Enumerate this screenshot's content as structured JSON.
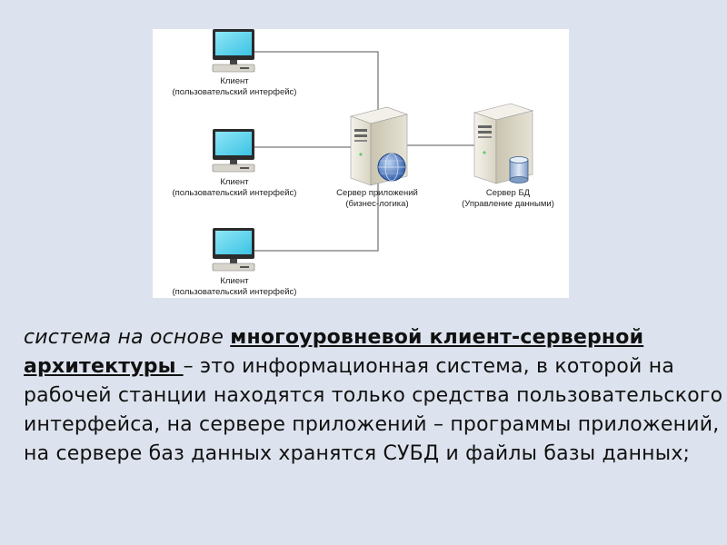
{
  "diagram": {
    "clients": [
      {
        "title": "Клиент",
        "subtitle": "(пользовательский интерфейс)"
      },
      {
        "title": "Клиент",
        "subtitle": "(пользовательский интерфейс)"
      },
      {
        "title": "Клиент",
        "subtitle": "(пользовательский интерфейс)"
      }
    ],
    "app_server": {
      "title": "Сервер приложений",
      "subtitle": "(бизнес-логика)"
    },
    "db_server": {
      "title": "Сервер БД",
      "subtitle": "(Управление данными)"
    },
    "colors": {
      "panel": "#ffffff",
      "line": "#555555",
      "screen": "#5fd3ee",
      "server": "#e9e6d8",
      "background": "#dde3ee"
    },
    "icons": [
      "monitor-icon",
      "server-icon",
      "globe-icon",
      "database-icon"
    ]
  },
  "text": {
    "lead": "система на основе ",
    "term": "многоуровневой клиент-серверной архитектуры ",
    "rest": "– это информационная система, в которой на рабочей станции находятся только средства пользовательского интерфейса, на сервере приложений – программы приложений, на сервере баз данных хранятся СУБД и файлы базы данных;"
  }
}
